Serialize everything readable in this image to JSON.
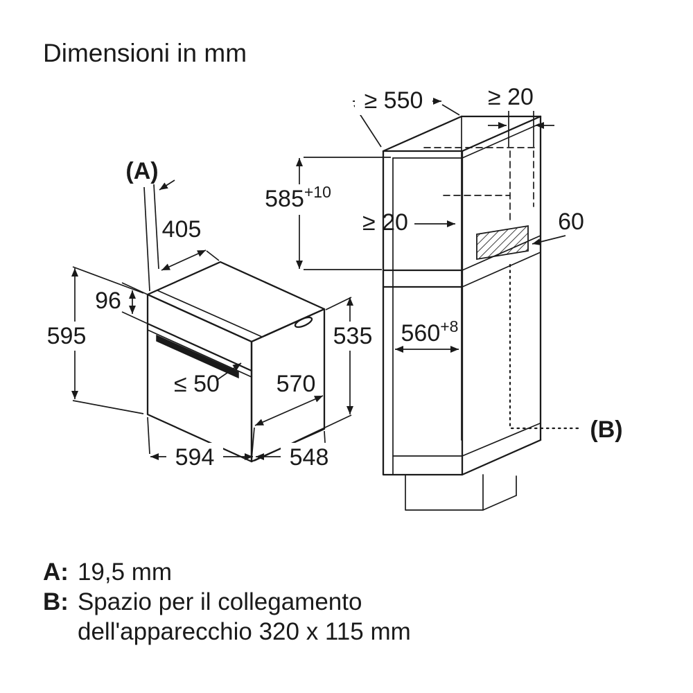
{
  "title": "Dimensioni in mm",
  "colors": {
    "line": "#1a1a1a",
    "background": "#ffffff"
  },
  "oven": {
    "label_a": "(A)",
    "dim_depth_top": "405",
    "dim_panel_height": "96",
    "dim_height": "595",
    "dim_handle_max": "≤ 50",
    "dim_depth_door": "570",
    "dim_side_height": "535",
    "dim_width": "594",
    "dim_depth": "548"
  },
  "cabinet": {
    "dim_depth_min": "≥ 550",
    "dim_gap_top": "≥ 20",
    "dim_niche_height": "585",
    "dim_niche_height_tol": "+10",
    "dim_gap_rear": "≥ 20",
    "dim_vent": "60",
    "dim_niche_width": "560",
    "dim_niche_width_tol": "+8",
    "label_b": "(B)"
  },
  "legend": {
    "a_key": "A:",
    "a_text": "19,5 mm",
    "b_key": "B:",
    "b_text_line1": "Spazio per il collegamento",
    "b_text_line2": "dell'apparecchio 320 x 115 mm"
  }
}
